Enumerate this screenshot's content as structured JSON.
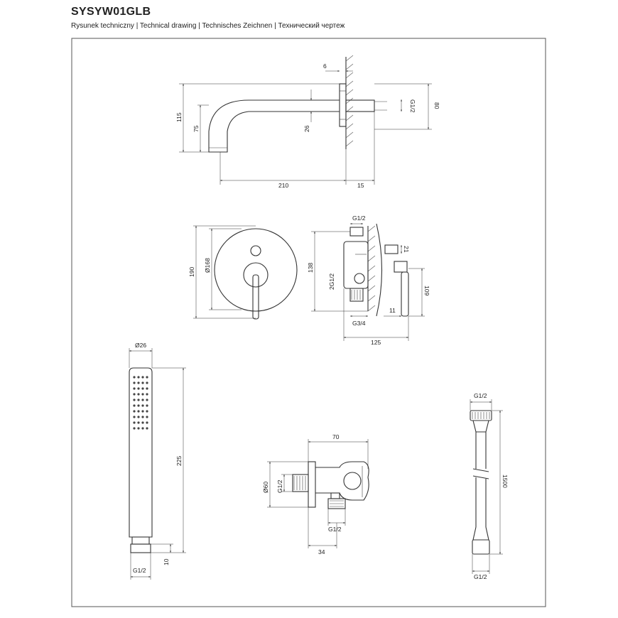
{
  "header": {
    "title": "SYSYW01GLB",
    "subtitle": "Rysunek techniczny | Technical drawing | Technisches Zeichnen | Технический чертеж"
  },
  "spout": {
    "dims": [
      "6",
      "115",
      "75",
      "26",
      "G1/2",
      "80",
      "210",
      "15"
    ]
  },
  "mixer": {
    "dims": [
      "190",
      "Ø168",
      "G1/2",
      "138",
      "2G1/2",
      "21",
      "109",
      "11",
      "G3/4",
      "125"
    ]
  },
  "hand_shower": {
    "dims": [
      "Ø26",
      "225",
      "10",
      "G1/2"
    ]
  },
  "wall_outlet": {
    "dims": [
      "70",
      "Ø60",
      "G1/2",
      "G1/2",
      "34"
    ]
  },
  "hose": {
    "dims": [
      "G1/2",
      "1500",
      "G1/2"
    ]
  }
}
